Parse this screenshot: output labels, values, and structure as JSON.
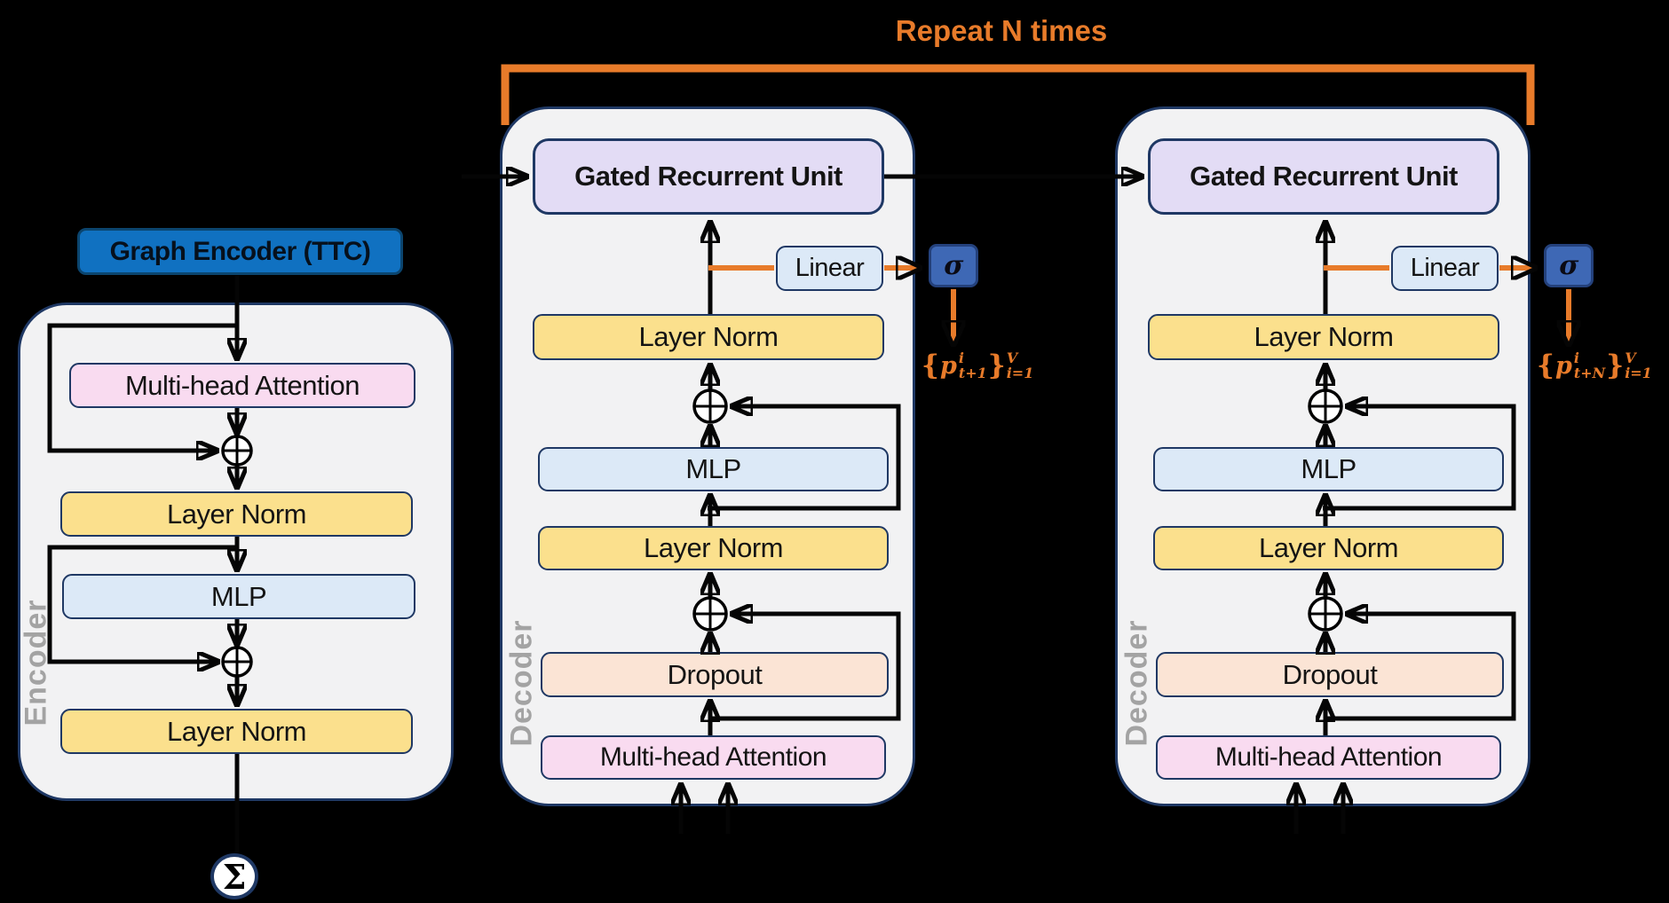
{
  "banner": {
    "label": "Repeat N times"
  },
  "encoder": {
    "title": "Graph Encoder (TTC)",
    "side_label": "Encoder",
    "blocks": {
      "mha": "Multi-head Attention",
      "layer_norm_1": "Layer Norm",
      "mlp": "MLP",
      "layer_norm_2": "Layer Norm"
    },
    "sum_symbol": "Σ"
  },
  "decoders": [
    {
      "side_label": "Decoder",
      "blocks": {
        "gru": "Gated Recurrent Unit",
        "linear": "Linear",
        "sigma": "σ",
        "layer_norm_top": "Layer Norm",
        "mlp": "MLP",
        "layer_norm_mid": "Layer Norm",
        "dropout": "Dropout",
        "mha": "Multi-head Attention"
      },
      "output": {
        "lbrace": "{",
        "p": "p",
        "p_sup": "i",
        "p_sub": "t+1",
        "rbrace": "}",
        "set_sup": "V",
        "set_sub": "i=1"
      }
    },
    {
      "side_label": "Decoder",
      "blocks": {
        "gru": "Gated Recurrent Unit",
        "linear": "Linear",
        "sigma": "σ",
        "layer_norm_top": "Layer Norm",
        "mlp": "MLP",
        "layer_norm_mid": "Layer Norm",
        "dropout": "Dropout",
        "mha": "Multi-head Attention"
      },
      "output": {
        "lbrace": "{",
        "p": "p",
        "p_sup": "i",
        "p_sub": "t+N",
        "rbrace": "}",
        "set_sup": "V",
        "set_sub": "i=1"
      }
    }
  ],
  "colors": {
    "background": "#000000",
    "orange": "#E87B2A",
    "navy": "#1F3864",
    "panel": "#F2F2F3",
    "yellow": "#FBE08D",
    "pink": "#F9DBF0",
    "lightblue": "#DCE9F7",
    "lavender": "#E3DCF5",
    "peach": "#FBE4D5",
    "titleblue": "#1071C1",
    "sigmablue": "#3E68B5",
    "graylabel": "#A3A3A3"
  }
}
